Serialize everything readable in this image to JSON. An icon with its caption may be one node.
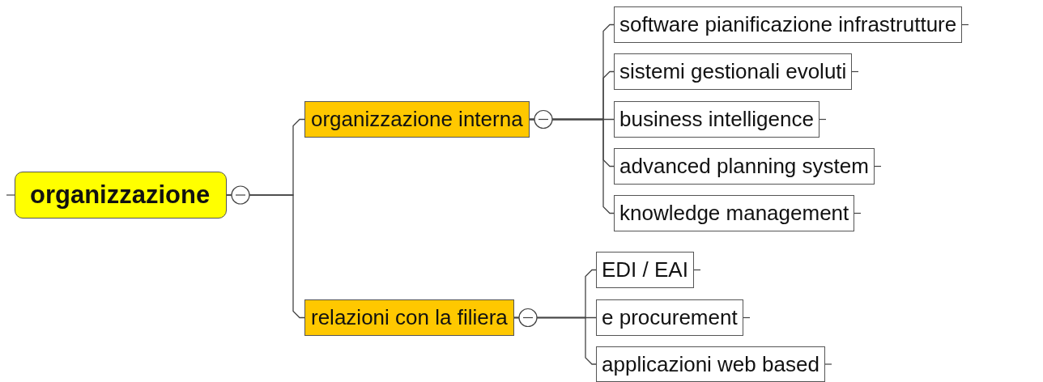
{
  "diagram": {
    "nodes": [
      {
        "text": [
          "organizzazione"
        ]
      },
      {
        "text": [
          "organizzazione interna"
        ]
      },
      {
        "text": [
          "software pianificazione infrastrutture"
        ]
      },
      {
        "text": [
          "sistemi gestionali evoluti"
        ]
      },
      {
        "text": [
          "business intelligence"
        ]
      },
      {
        "text": [
          "advanced planning system"
        ]
      },
      {
        "text": [
          "knowledge management"
        ]
      },
      {
        "text": [
          "relazioni con la filiera"
        ]
      },
      {
        "text": [
          "EDI / EAI"
        ]
      },
      {
        "text": [
          "e procurement"
        ]
      },
      {
        "text": [
          "applicazioni web based"
        ]
      }
    ],
    "edges": [
      {
        "from": 0,
        "to": 1,
        "arrow": "none"
      },
      {
        "from": 0,
        "to": 7,
        "arrow": "none"
      },
      {
        "from": 1,
        "to": 2,
        "arrow": "none"
      },
      {
        "from": 1,
        "to": 3,
        "arrow": "none"
      },
      {
        "from": 1,
        "to": 4,
        "arrow": "none"
      },
      {
        "from": 1,
        "to": 5,
        "arrow": "none"
      },
      {
        "from": 1,
        "to": 6,
        "arrow": "none"
      },
      {
        "from": 7,
        "to": 8,
        "arrow": "none"
      },
      {
        "from": 7,
        "to": 9,
        "arrow": "none"
      },
      {
        "from": 7,
        "to": 10,
        "arrow": "none"
      }
    ]
  }
}
